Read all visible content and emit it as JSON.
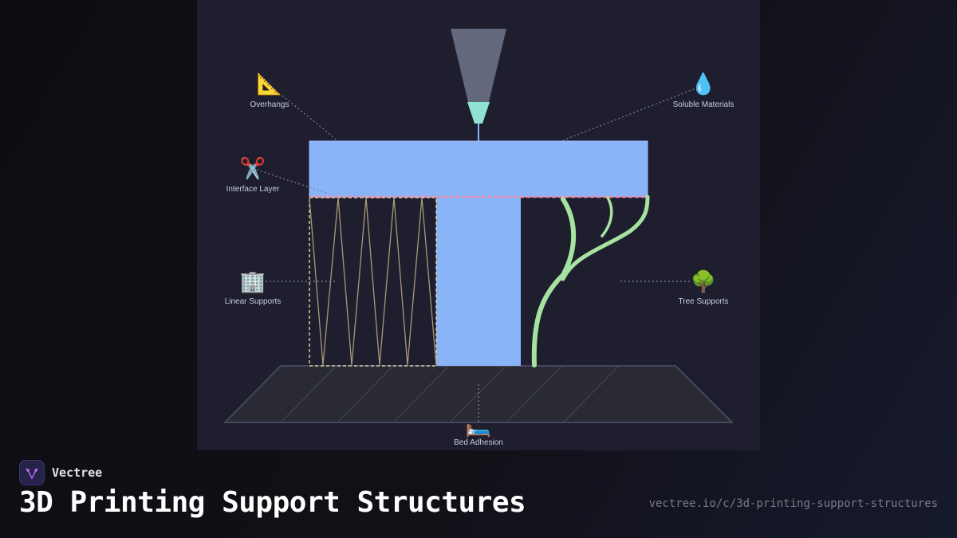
{
  "diagram": {
    "labels": {
      "overhangs": "Overhangs",
      "soluble": "Soluble Materials",
      "interface": "Interface Layer",
      "linear": "Linear Supports",
      "tree": "Tree Supports",
      "bed": "Bed Adhesion"
    },
    "icons": {
      "overhangs": "📐",
      "soluble": "💧",
      "interface": "✂️",
      "linear": "🏢",
      "tree": "🌳",
      "bed": "🛏️"
    },
    "colors": {
      "part": "#8ab4f8",
      "nozzle_tip": "#8fe3d2",
      "tree_support": "#a6e3a1",
      "linear_support": "#d9c79a",
      "interface_layer": "#f38ba8",
      "bed": "#2a2a34"
    }
  },
  "footer": {
    "brand": "Vectree",
    "title": "3D Printing Support Structures",
    "url": "vectree.io/c/3d-printing-support-structures"
  }
}
